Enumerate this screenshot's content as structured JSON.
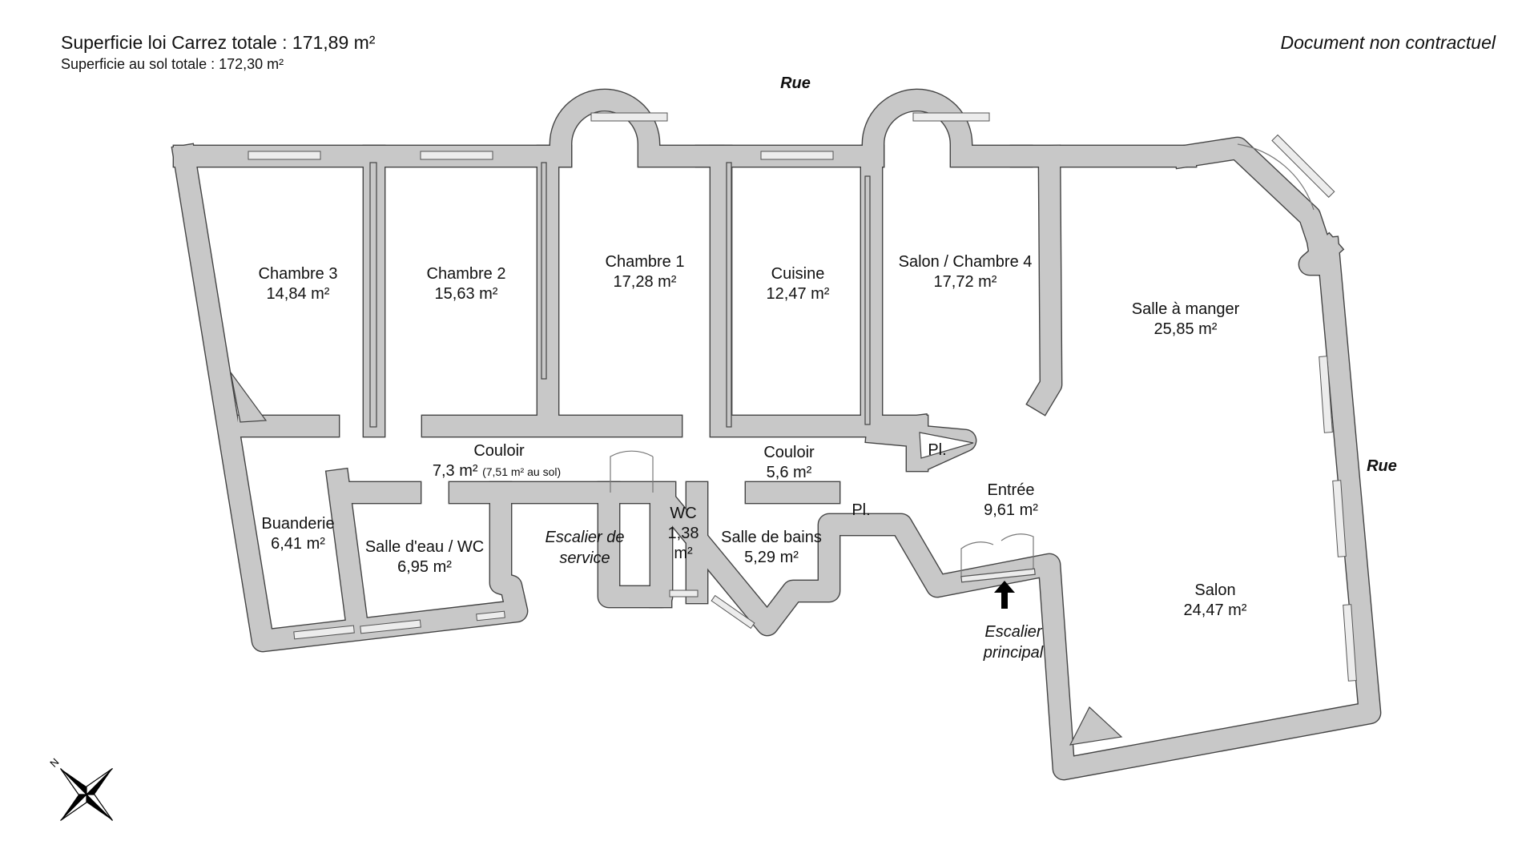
{
  "header": {
    "carrez_total": "Superficie loi Carrez totale : 171,89 m²",
    "floor_total": "Superficie au sol totale : 172,30 m²",
    "disclaimer": "Document non contractuel"
  },
  "streets": {
    "top": "Rue",
    "right": "Rue"
  },
  "compass": {
    "north_letter": "N"
  },
  "rooms": {
    "chambre3": {
      "name": "Chambre 3",
      "area": "14,84 m²"
    },
    "chambre2": {
      "name": "Chambre 2",
      "area": "15,63 m²"
    },
    "chambre1": {
      "name": "Chambre 1",
      "area": "17,28 m²"
    },
    "cuisine": {
      "name": "Cuisine",
      "area": "12,47 m²"
    },
    "salon_chambre4": {
      "name": "Salon / Chambre 4",
      "area": "17,72 m²"
    },
    "salle_a_manger": {
      "name": "Salle à manger",
      "area": "25,85 m²"
    },
    "couloir1": {
      "name": "Couloir",
      "area": "7,3 m²",
      "note": "(7,51 m² au sol)"
    },
    "couloir2": {
      "name": "Couloir",
      "area": "5,6 m²"
    },
    "placard1": {
      "name": "Pl."
    },
    "placard2": {
      "name": "Pl."
    },
    "entree": {
      "name": "Entrée",
      "area": "9,61 m²"
    },
    "buanderie": {
      "name": "Buanderie",
      "area": "6,41 m²"
    },
    "salle_eau": {
      "name": "Salle d'eau / WC",
      "area": "6,95 m²"
    },
    "escalier_service": {
      "line1": "Escalier de",
      "line2": "service"
    },
    "wc": {
      "name": "WC",
      "area_line1": "1,38",
      "area_line2": "m²"
    },
    "salle_bains": {
      "name": "Salle de bains",
      "area": "5,29 m²"
    },
    "salon": {
      "name": "Salon",
      "area": "24,47 m²"
    },
    "escalier_principal": {
      "line1": "Escalier",
      "line2": "principal"
    }
  }
}
